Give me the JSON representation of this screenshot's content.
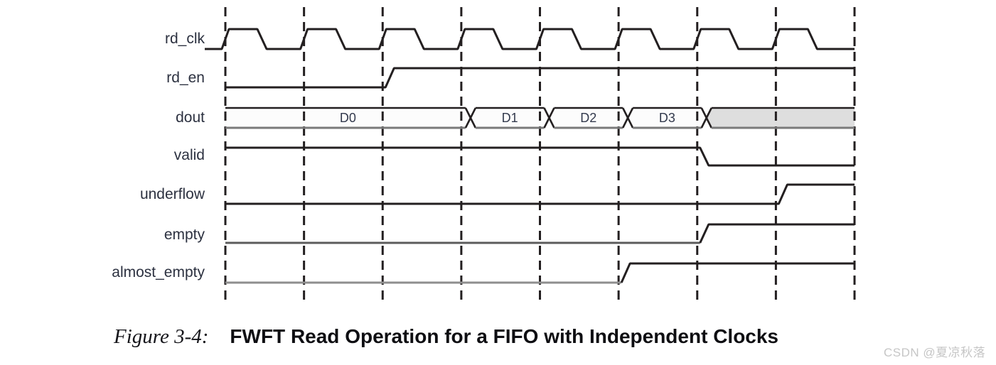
{
  "figure": {
    "caption_label": "Figure 3-4:",
    "caption_title": "FWFT Read Operation for a FIFO with Independent Clocks"
  },
  "watermark": "CSDN @夏凉秋落",
  "colors": {
    "ink": "#231f20",
    "bus_bottom": "#7a7a7a",
    "empty_low": "#5c5c5c",
    "almost_empty_low": "#8e8e8e",
    "bus_fill": "#fcfcfc",
    "dontcare_fill": "#dedede",
    "bus_label": "#333a4d",
    "signal_label": "#2c3140",
    "watermark": "#c6c6c6"
  },
  "chart_data": {
    "type": "timing-diagram",
    "title": "FWFT Read Operation for a FIFO with Independent Clocks",
    "num_clock_edges": 9,
    "clock_name": "rd_clk",
    "signals": [
      {
        "name": "rd_clk",
        "kind": "clock",
        "pulses": 8
      },
      {
        "name": "rd_en",
        "kind": "binary",
        "initial": 0,
        "transitions": [
          {
            "cycle": 2,
            "to": 1
          }
        ]
      },
      {
        "name": "dout",
        "kind": "bus",
        "segments": [
          {
            "label": "D0",
            "from": 0,
            "to": 3
          },
          {
            "label": "D1",
            "from": 3,
            "to": 4
          },
          {
            "label": "D2",
            "from": 4,
            "to": 5
          },
          {
            "label": "D3",
            "from": 5,
            "to": 6
          },
          {
            "label": "",
            "from": 6,
            "to": 8,
            "unknown": true
          }
        ]
      },
      {
        "name": "valid",
        "kind": "binary",
        "initial": 1,
        "transitions": [
          {
            "cycle": 6,
            "to": 0
          }
        ]
      },
      {
        "name": "underflow",
        "kind": "binary",
        "initial": 0,
        "transitions": [
          {
            "cycle": 7,
            "to": 1
          }
        ]
      },
      {
        "name": "empty",
        "kind": "binary",
        "initial": 0,
        "low_color_key": "empty_low",
        "transitions": [
          {
            "cycle": 6,
            "to": 1
          }
        ]
      },
      {
        "name": "almost_empty",
        "kind": "binary",
        "initial": 0,
        "low_color_key": "almost_empty_low",
        "transitions": [
          {
            "cycle": 5,
            "to": 1
          }
        ]
      }
    ]
  }
}
